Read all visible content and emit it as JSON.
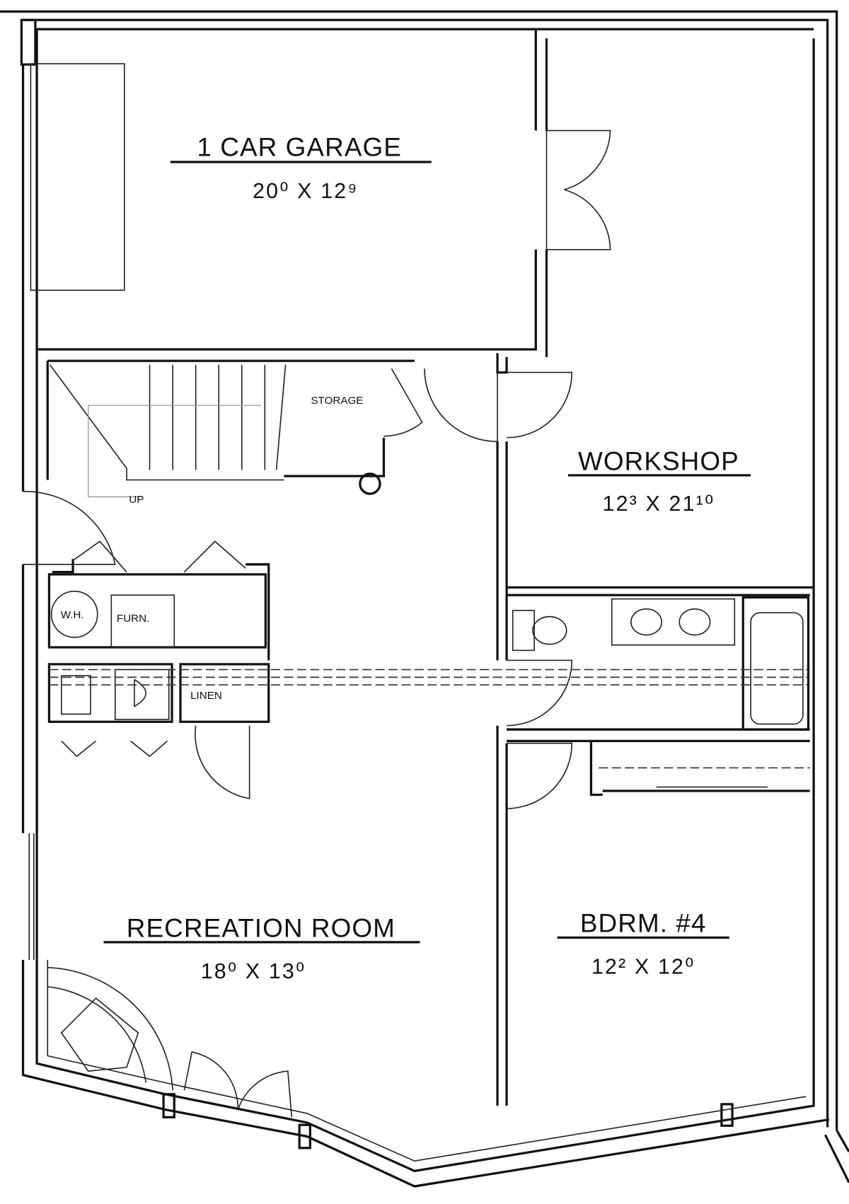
{
  "rooms": {
    "garage": {
      "name": "1 CAR GARAGE",
      "dim": "20⁰ X 12⁹"
    },
    "workshop": {
      "name": "WORKSHOP",
      "dim": "12³ X 21¹⁰"
    },
    "recreation": {
      "name": "RECREATION ROOM",
      "dim": "18⁰ X 13⁰"
    },
    "bedroom": {
      "name": "BDRM. #4",
      "dim": "12² X 12⁰"
    }
  },
  "labels": {
    "storage": "STORAGE",
    "up": "UP",
    "water_heater": "W.H.",
    "furnace": "FURN.",
    "linen": "LINEN"
  }
}
